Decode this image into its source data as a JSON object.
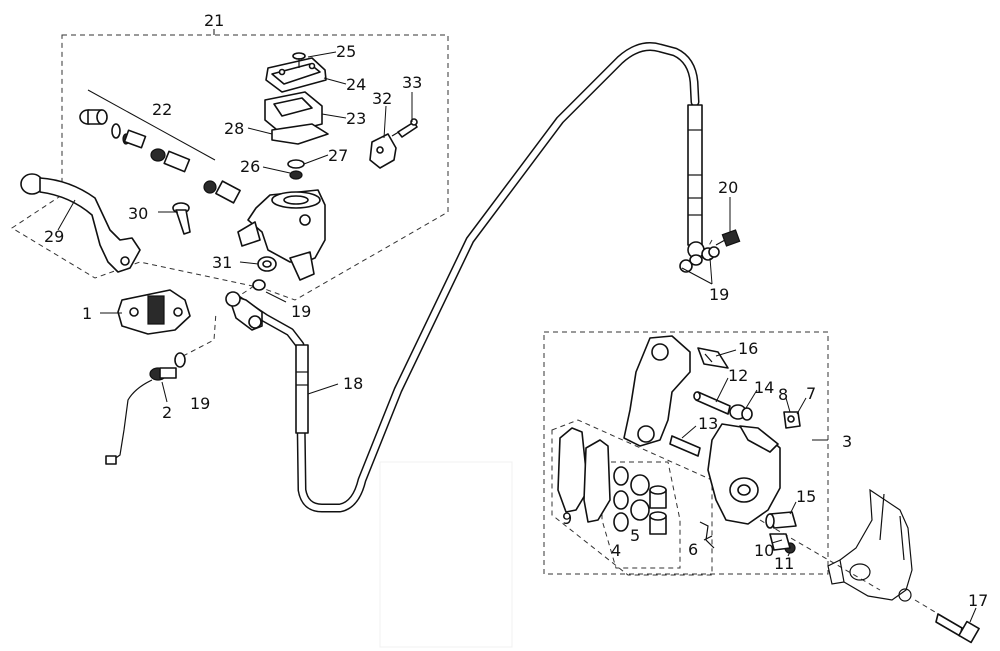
{
  "callouts": {
    "c1": "1",
    "c2": "2",
    "c3": "3",
    "c4": "4",
    "c5": "5",
    "c6": "6",
    "c7": "7",
    "c8": "8",
    "c9": "9",
    "c10": "10",
    "c11": "11",
    "c12": "12",
    "c13": "13",
    "c14": "14",
    "c15": "15",
    "c16": "16",
    "c17": "17",
    "c18": "18",
    "c19a": "19",
    "c19b": "19",
    "c19c": "19",
    "c20": "20",
    "c21": "21",
    "c22": "22",
    "c23": "23",
    "c24": "24",
    "c25": "25",
    "c26": "26",
    "c27": "27",
    "c28": "28",
    "c29": "29",
    "c30": "30",
    "c31": "31",
    "c32": "32",
    "c33": "33"
  },
  "colors": {
    "ink": "#111111",
    "paper": "#ffffff",
    "dash": "#333333"
  }
}
